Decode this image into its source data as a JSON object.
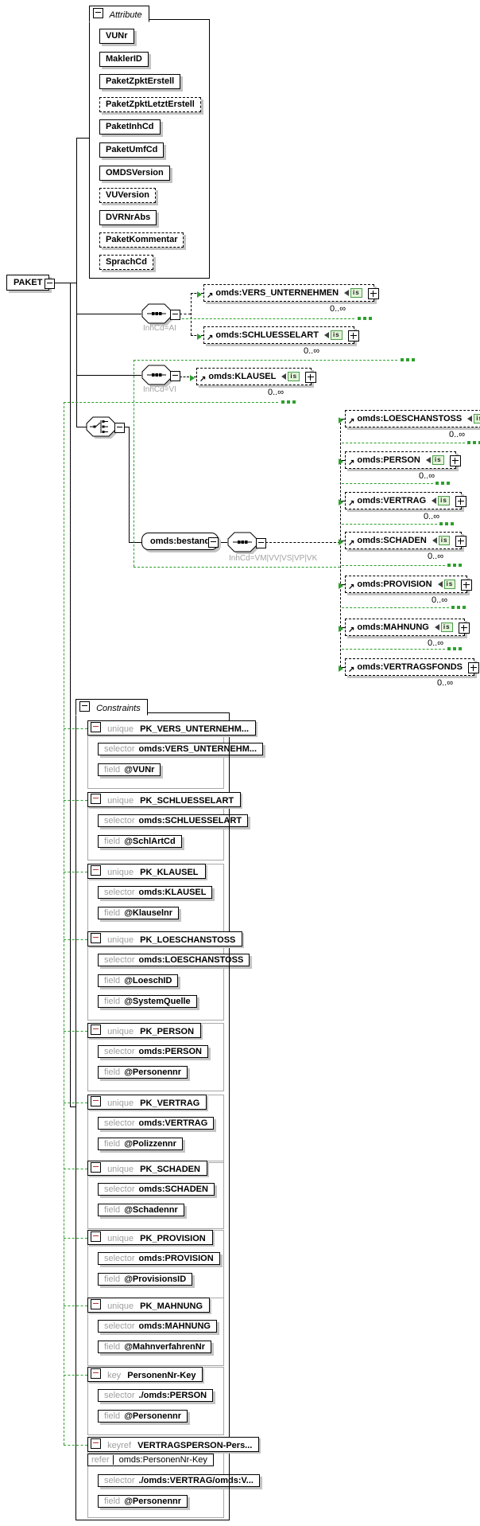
{
  "root": {
    "label": "PAKET"
  },
  "attribute_panel": {
    "title": "Attribute",
    "items": [
      {
        "label": "VUNr",
        "optional": false
      },
      {
        "label": "MaklerID",
        "optional": false
      },
      {
        "label": "PaketZpktErstell",
        "optional": false
      },
      {
        "label": "PaketZpktLetztErstell",
        "optional": true
      },
      {
        "label": "PaketInhCd",
        "optional": false
      },
      {
        "label": "PaketUmfCd",
        "optional": false
      },
      {
        "label": "OMDSVersion",
        "optional": false
      },
      {
        "label": "VUVersion",
        "optional": true
      },
      {
        "label": "DVRNrAbs",
        "optional": false
      },
      {
        "label": "PaketKommentar",
        "optional": true
      },
      {
        "label": "SprachCd",
        "optional": true
      }
    ]
  },
  "compositors": {
    "seq_ai_label": "InhCd=AI",
    "seq_vi_label": "InhCd=VI",
    "bestand_seq_label": "InhCd=VM|VV|VS|VP|VK"
  },
  "elements": {
    "vers_unternehmen": {
      "label": "omds:VERS_UNTERNEHMEN",
      "occurs": "0..∞"
    },
    "schluesselart": {
      "label": "omds:SCHLUESSELART",
      "occurs": "0..∞"
    },
    "klausel": {
      "label": "omds:KLAUSEL",
      "occurs": "0..∞"
    },
    "bestand": {
      "label": "omds:bestand"
    },
    "loeschanstoss": {
      "label": "omds:LOESCHANSTOSS",
      "occurs": "0..∞"
    },
    "person": {
      "label": "omds:PERSON",
      "occurs": "0..∞"
    },
    "vertrag": {
      "label": "omds:VERTRAG",
      "occurs": "0..∞"
    },
    "schaden": {
      "label": "omds:SCHADEN",
      "occurs": "0..∞"
    },
    "provision": {
      "label": "omds:PROVISION",
      "occurs": "0..∞"
    },
    "mahnung": {
      "label": "omds:MAHNUNG",
      "occurs": "0..∞"
    },
    "vertragsfonds": {
      "label": "omds:VERTRAGSFONDS",
      "occurs": "0..∞"
    }
  },
  "icons": {
    "badge_text": "is"
  },
  "keywords": {
    "selector": "selector",
    "field": "field",
    "refer": "refer"
  },
  "constraints_panel": {
    "title": "Constraints",
    "items": [
      {
        "kind": "unique",
        "name": "PK_VERS_UNTERNEHM...",
        "selector": "omds:VERS_UNTERNEHM...",
        "fields": [
          "@VUNr"
        ]
      },
      {
        "kind": "unique",
        "name": "PK_SCHLUESSELART",
        "selector": "omds:SCHLUESSELART",
        "fields": [
          "@SchlArtCd"
        ]
      },
      {
        "kind": "unique",
        "name": "PK_KLAUSEL",
        "selector": "omds:KLAUSEL",
        "fields": [
          "@Klauselnr"
        ]
      },
      {
        "kind": "unique",
        "name": "PK_LOESCHANSTOSS",
        "selector": "omds:LOESCHANSTOSS",
        "fields": [
          "@LoeschID",
          "@SystemQuelle"
        ]
      },
      {
        "kind": "unique",
        "name": "PK_PERSON",
        "selector": "omds:PERSON",
        "fields": [
          "@Personennr"
        ]
      },
      {
        "kind": "unique",
        "name": "PK_VERTRAG",
        "selector": "omds:VERTRAG",
        "fields": [
          "@Polizzennr"
        ]
      },
      {
        "kind": "unique",
        "name": "PK_SCHADEN",
        "selector": "omds:SCHADEN",
        "fields": [
          "@Schadennr"
        ]
      },
      {
        "kind": "unique",
        "name": "PK_PROVISION",
        "selector": "omds:PROVISION",
        "fields": [
          "@ProvisionsID"
        ]
      },
      {
        "kind": "unique",
        "name": "PK_MAHNUNG",
        "selector": "omds:MAHNUNG",
        "fields": [
          "@MahnverfahrenNr"
        ]
      },
      {
        "kind": "key",
        "name": "PersonenNr-Key",
        "selector": "./omds:PERSON",
        "fields": [
          "@Personennr"
        ]
      },
      {
        "kind": "keyref",
        "name": "VERTRAGSPERSON-Pers...",
        "refer": "omds:PersonenNr-Key",
        "selector": "./omds:VERTRAG/omds:V...",
        "fields": [
          "@Personennr"
        ]
      }
    ]
  }
}
